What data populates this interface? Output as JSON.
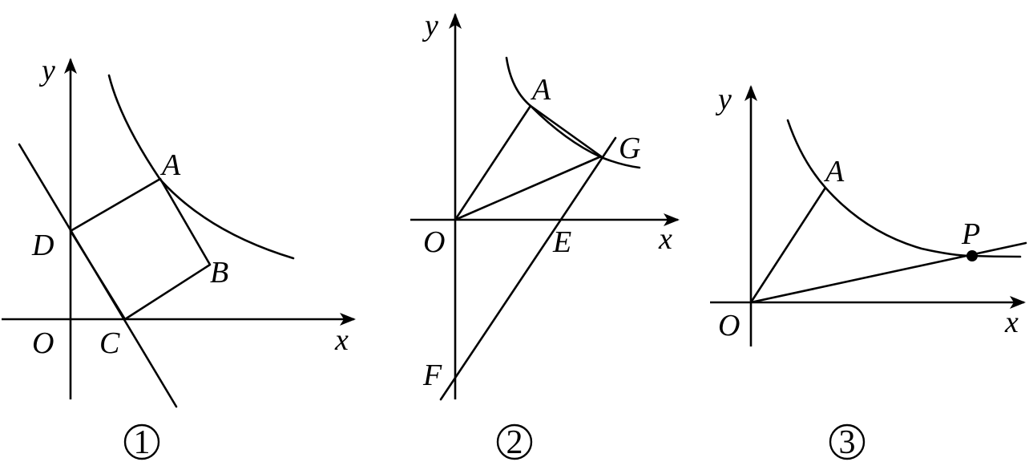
{
  "figures": [
    {
      "caption": "1",
      "labels": {
        "x": "x",
        "y": "y",
        "O": "O",
        "A": "A",
        "B": "B",
        "C": "C",
        "D": "D"
      }
    },
    {
      "caption": "2",
      "labels": {
        "x": "x",
        "y": "y",
        "O": "O",
        "A": "A",
        "E": "E",
        "F": "F",
        "G": "G"
      }
    },
    {
      "caption": "3",
      "labels": {
        "x": "x",
        "y": "y",
        "O": "O",
        "A": "A",
        "P": "P"
      }
    }
  ]
}
